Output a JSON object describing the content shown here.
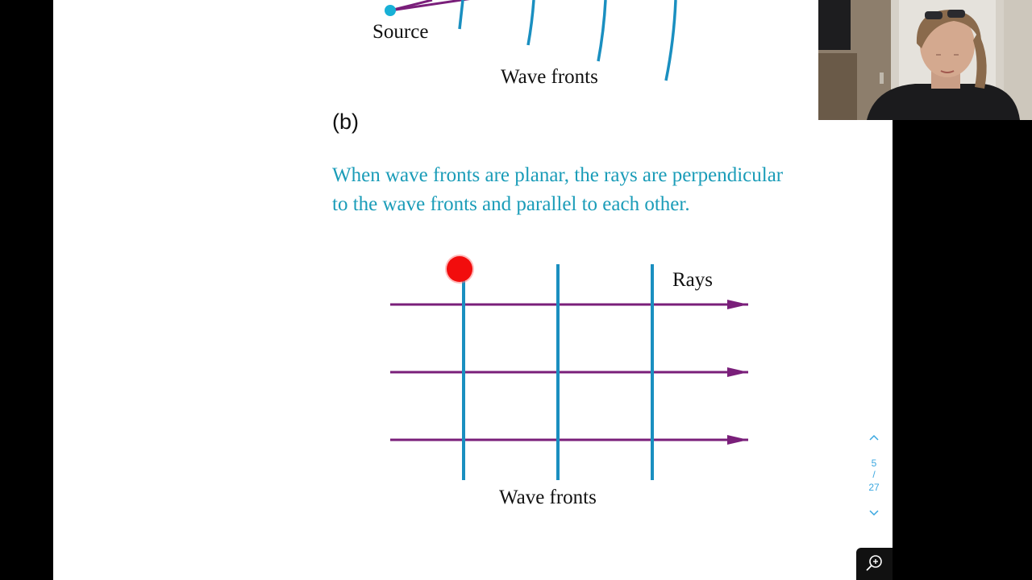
{
  "document": {
    "top_figure": {
      "source_label": "Source",
      "wave_fronts_label": "Wave fronts"
    },
    "section_label": "(b)",
    "caption": "When wave fronts are planar, the rays are perpendicular to the wave fronts and parallel to each other.",
    "bottom_figure": {
      "rays_label": "Rays",
      "wave_fronts_label": "Wave fronts"
    }
  },
  "navigation": {
    "current_page": "5",
    "separator": "/",
    "total_pages": "27",
    "up_icon": "chevron-up-icon",
    "down_icon": "chevron-down-icon"
  },
  "toolbar": {
    "zoom_icon": "zoom-in-icon"
  },
  "colors": {
    "wave_front": "#1a8fc0",
    "ray": "#7a1f7a",
    "caption": "#1a9cb8",
    "laser_pointer": "#f20d0d"
  },
  "webcam": {
    "icon": "presenter-video-icon"
  }
}
